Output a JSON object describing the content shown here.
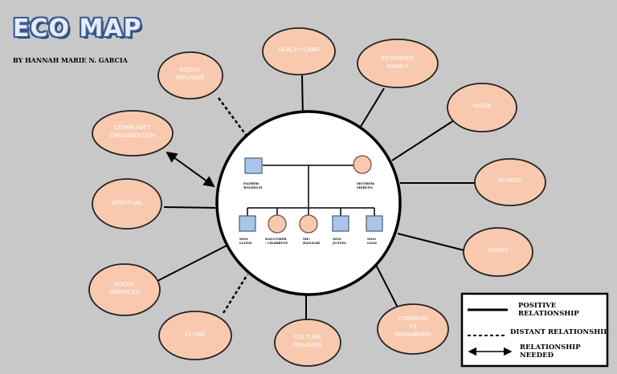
{
  "title": "ECO MAP",
  "author": "BY HANNAH MARIE N. GARCIA",
  "colors": {
    "node_fill": "#f8c9ae",
    "male_fill": "#a9c6ea",
    "background": "#c8c8c8"
  },
  "nodes": [
    {
      "id": "health-care",
      "lines": [
        "HEALTH CARE"
      ]
    },
    {
      "id": "extended-family",
      "lines": [
        "EXTENDED",
        "FAMILY"
      ]
    },
    {
      "id": "work",
      "lines": [
        "WORK"
      ]
    },
    {
      "id": "school",
      "lines": [
        "SCHOOL"
      ]
    },
    {
      "id": "family",
      "lines": [
        "FAMILY"
      ]
    },
    {
      "id": "community-neighbors",
      "lines": [
        "COMMUNI",
        "TY",
        "NEIGHBORS"
      ]
    },
    {
      "id": "culture-religion",
      "lines": [
        "CULTURE",
        "RELIGION"
      ]
    },
    {
      "id": "clubs",
      "lines": [
        "CLUBS"
      ]
    },
    {
      "id": "social-services",
      "lines": [
        "SOCIAL",
        "SERVICES"
      ]
    },
    {
      "id": "spiritual",
      "lines": [
        "SPIRITUAL"
      ]
    },
    {
      "id": "community-organization",
      "lines": [
        "COMMUNITY",
        "ORGANIZATION"
      ]
    },
    {
      "id": "social-welfare",
      "lines": [
        "SOCIAL",
        "WELFARE"
      ]
    }
  ],
  "family": {
    "father": [
      "FATHER:",
      "WILHELM"
    ],
    "mother": [
      "MOTHER:",
      "MERLYN"
    ],
    "children": [
      {
        "id": "son-lloyd",
        "lines": [
          "SON:",
          "LLOYD"
        ]
      },
      {
        "id": "daughter-charryte",
        "lines": [
          "DAUGTHER",
          ": CHARRYTE"
        ]
      },
      {
        "id": "me-hannah",
        "lines": [
          "ME:",
          "HANNAH"
        ]
      },
      {
        "id": "son-justin",
        "lines": [
          "SON:",
          "JUSTIN"
        ]
      },
      {
        "id": "son-gian",
        "lines": [
          "SON:",
          "GIAN"
        ]
      }
    ]
  },
  "legend": {
    "positive": [
      "POSITIVE",
      "RELATIONSHIP"
    ],
    "distant": [
      "DISTANT RELATIONSHIP"
    ],
    "needed": [
      "RELATIONSHIP",
      "NEEDED"
    ]
  }
}
